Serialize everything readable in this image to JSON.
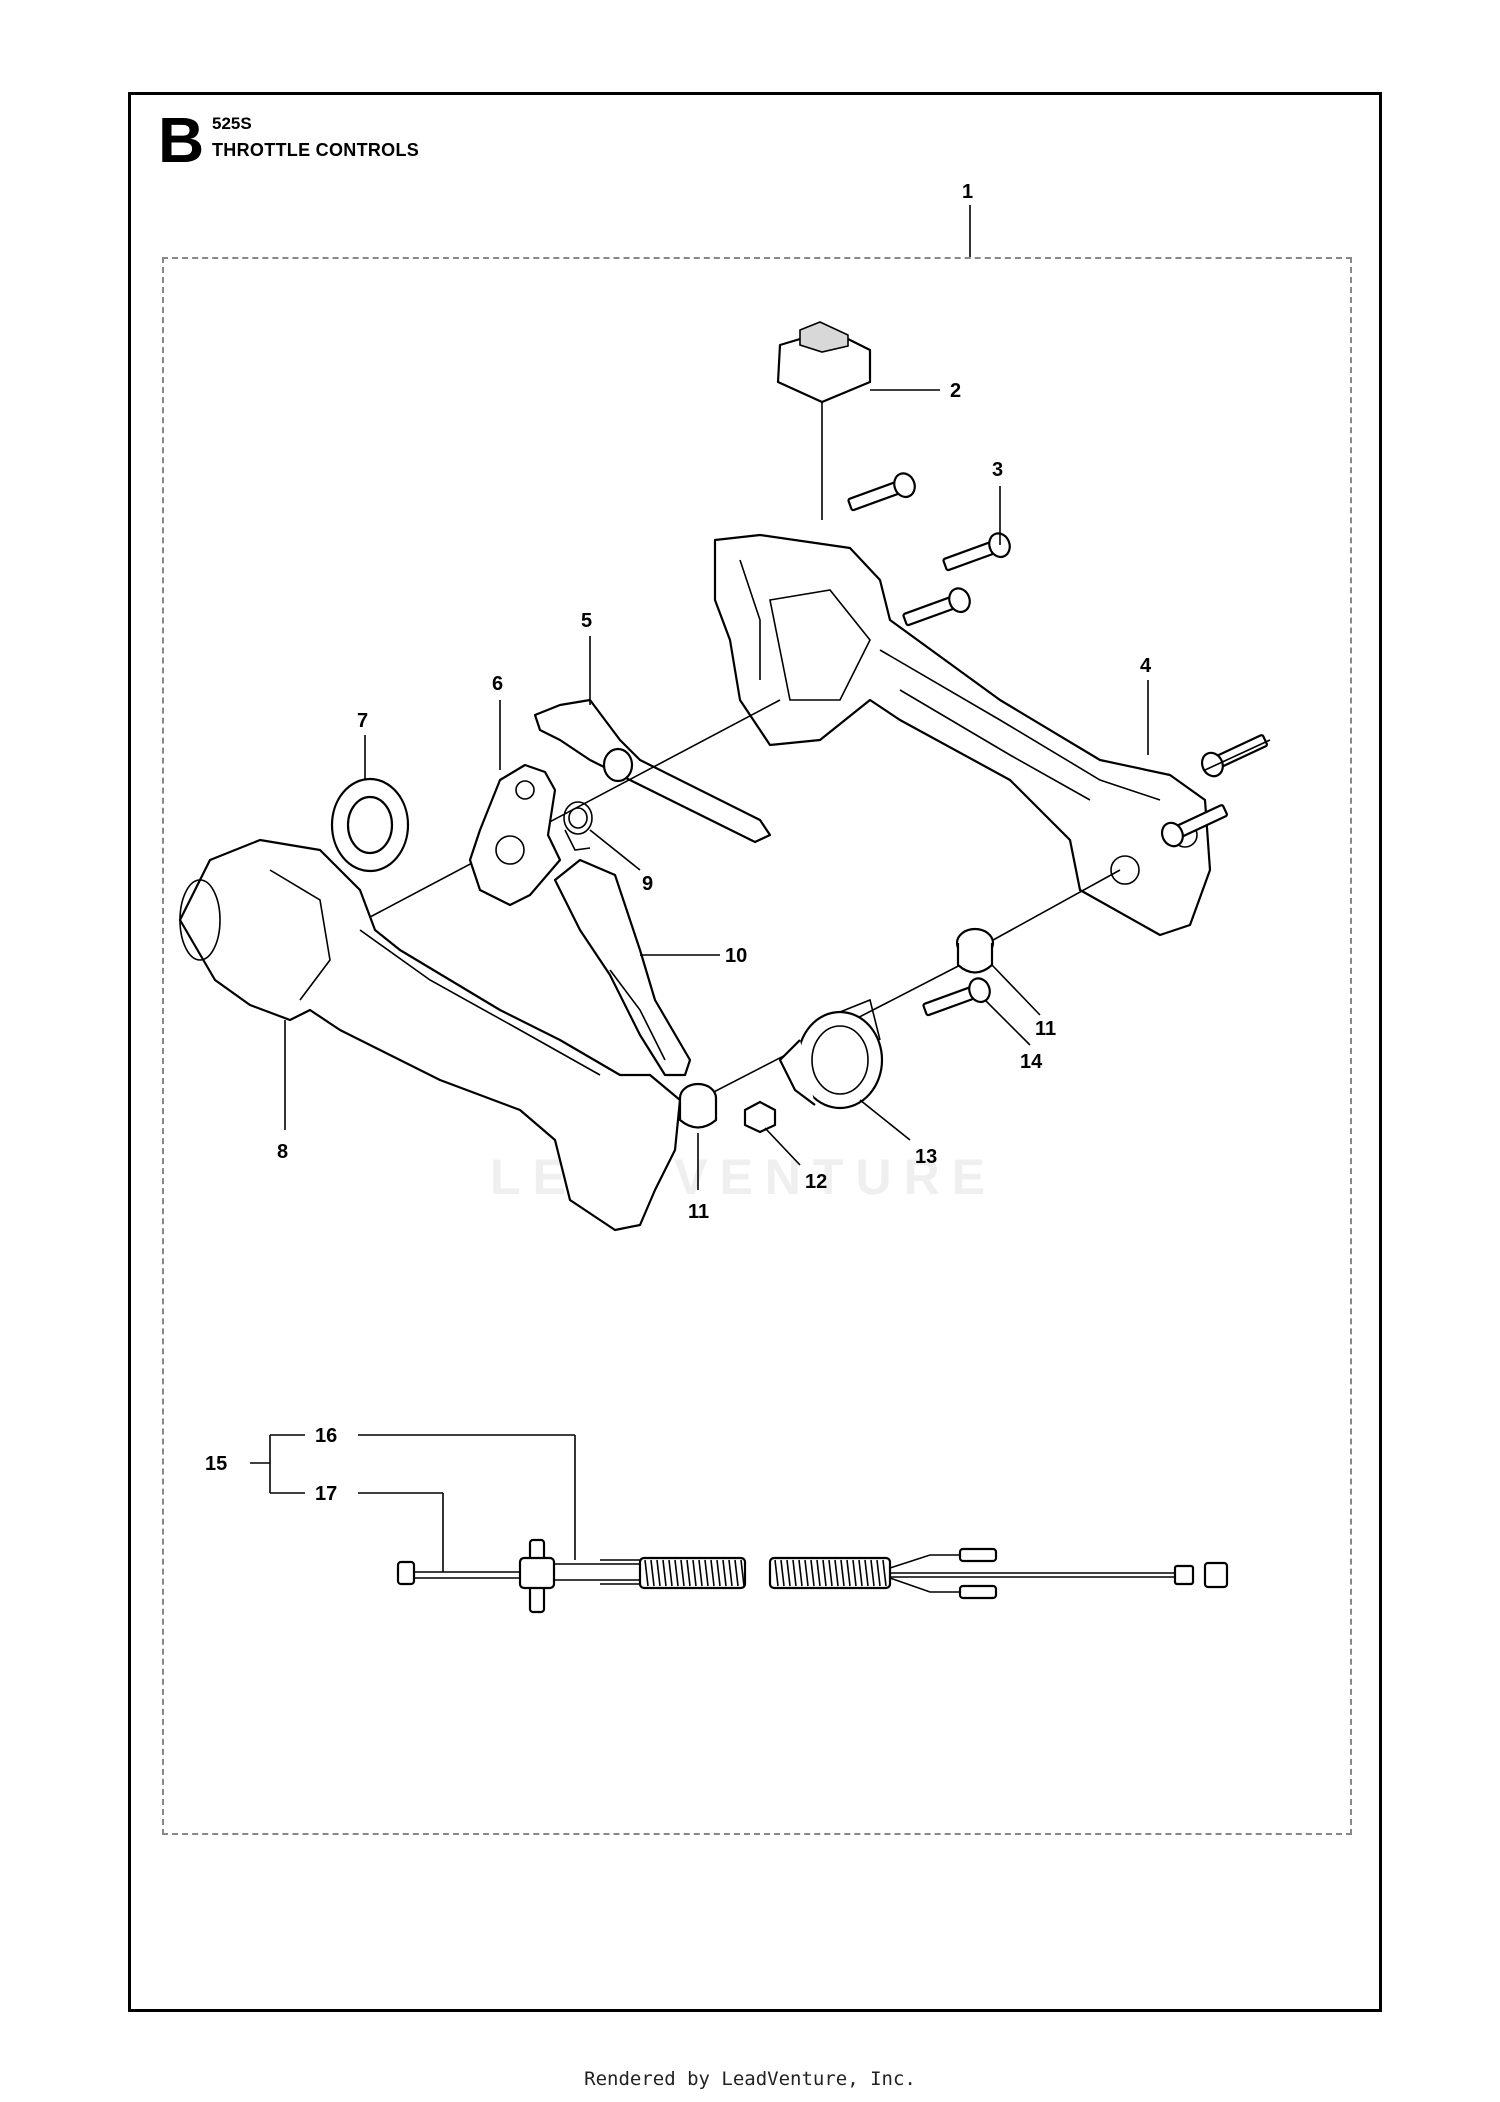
{
  "header": {
    "section_letter": "B",
    "model": "525S",
    "title": "THROTTLE CONTROLS"
  },
  "callouts": {
    "c1": "1",
    "c2": "2",
    "c3": "3",
    "c4": "4",
    "c5": "5",
    "c6": "6",
    "c7": "7",
    "c8": "8",
    "c9": "9",
    "c10": "10",
    "c11a": "11",
    "c11b": "11",
    "c12": "12",
    "c13": "13",
    "c14": "14",
    "c15": "15",
    "c16": "16",
    "c17": "17"
  },
  "watermark": "LEADVENTURE",
  "footer": "Rendered by LeadVenture, Inc."
}
